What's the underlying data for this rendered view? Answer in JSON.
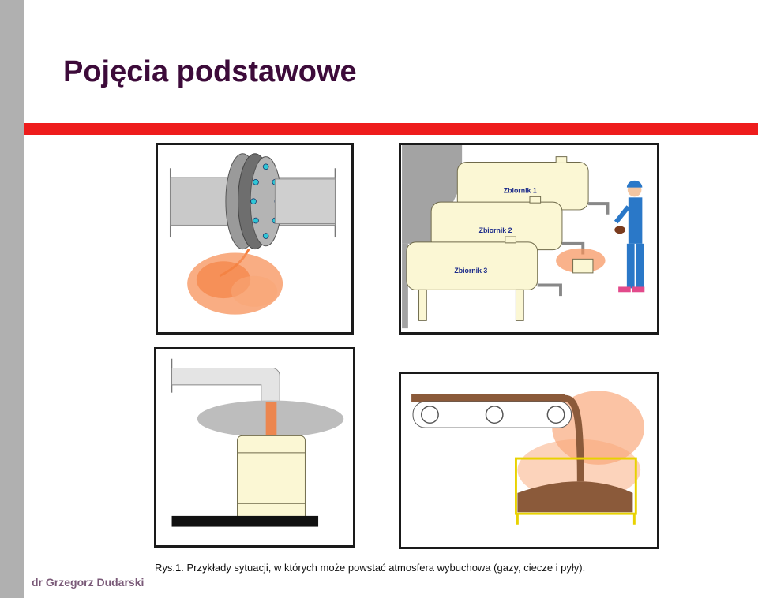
{
  "slide": {
    "title": "Pojęcia podstawowe",
    "caption": "Rys.1. Przykłady sytuacji, w których może powstać atmosfera wybuchowa (gazy, ciecze i pyły).",
    "author": "dr Grzegorz Dudarski"
  },
  "tanks": {
    "tank1": "Zbiornik 1",
    "tank2": "Zbiornik 2",
    "tank3": "Zbiornik 3"
  },
  "colors": {
    "accent_red": "#ee1c1c",
    "title": "#3d0b3a",
    "sidebar": "#b0b0b0",
    "author": "#7a5a78",
    "spray": "#f47d3c",
    "tank": "#fbf7d4",
    "worker": "#2a78c8"
  }
}
